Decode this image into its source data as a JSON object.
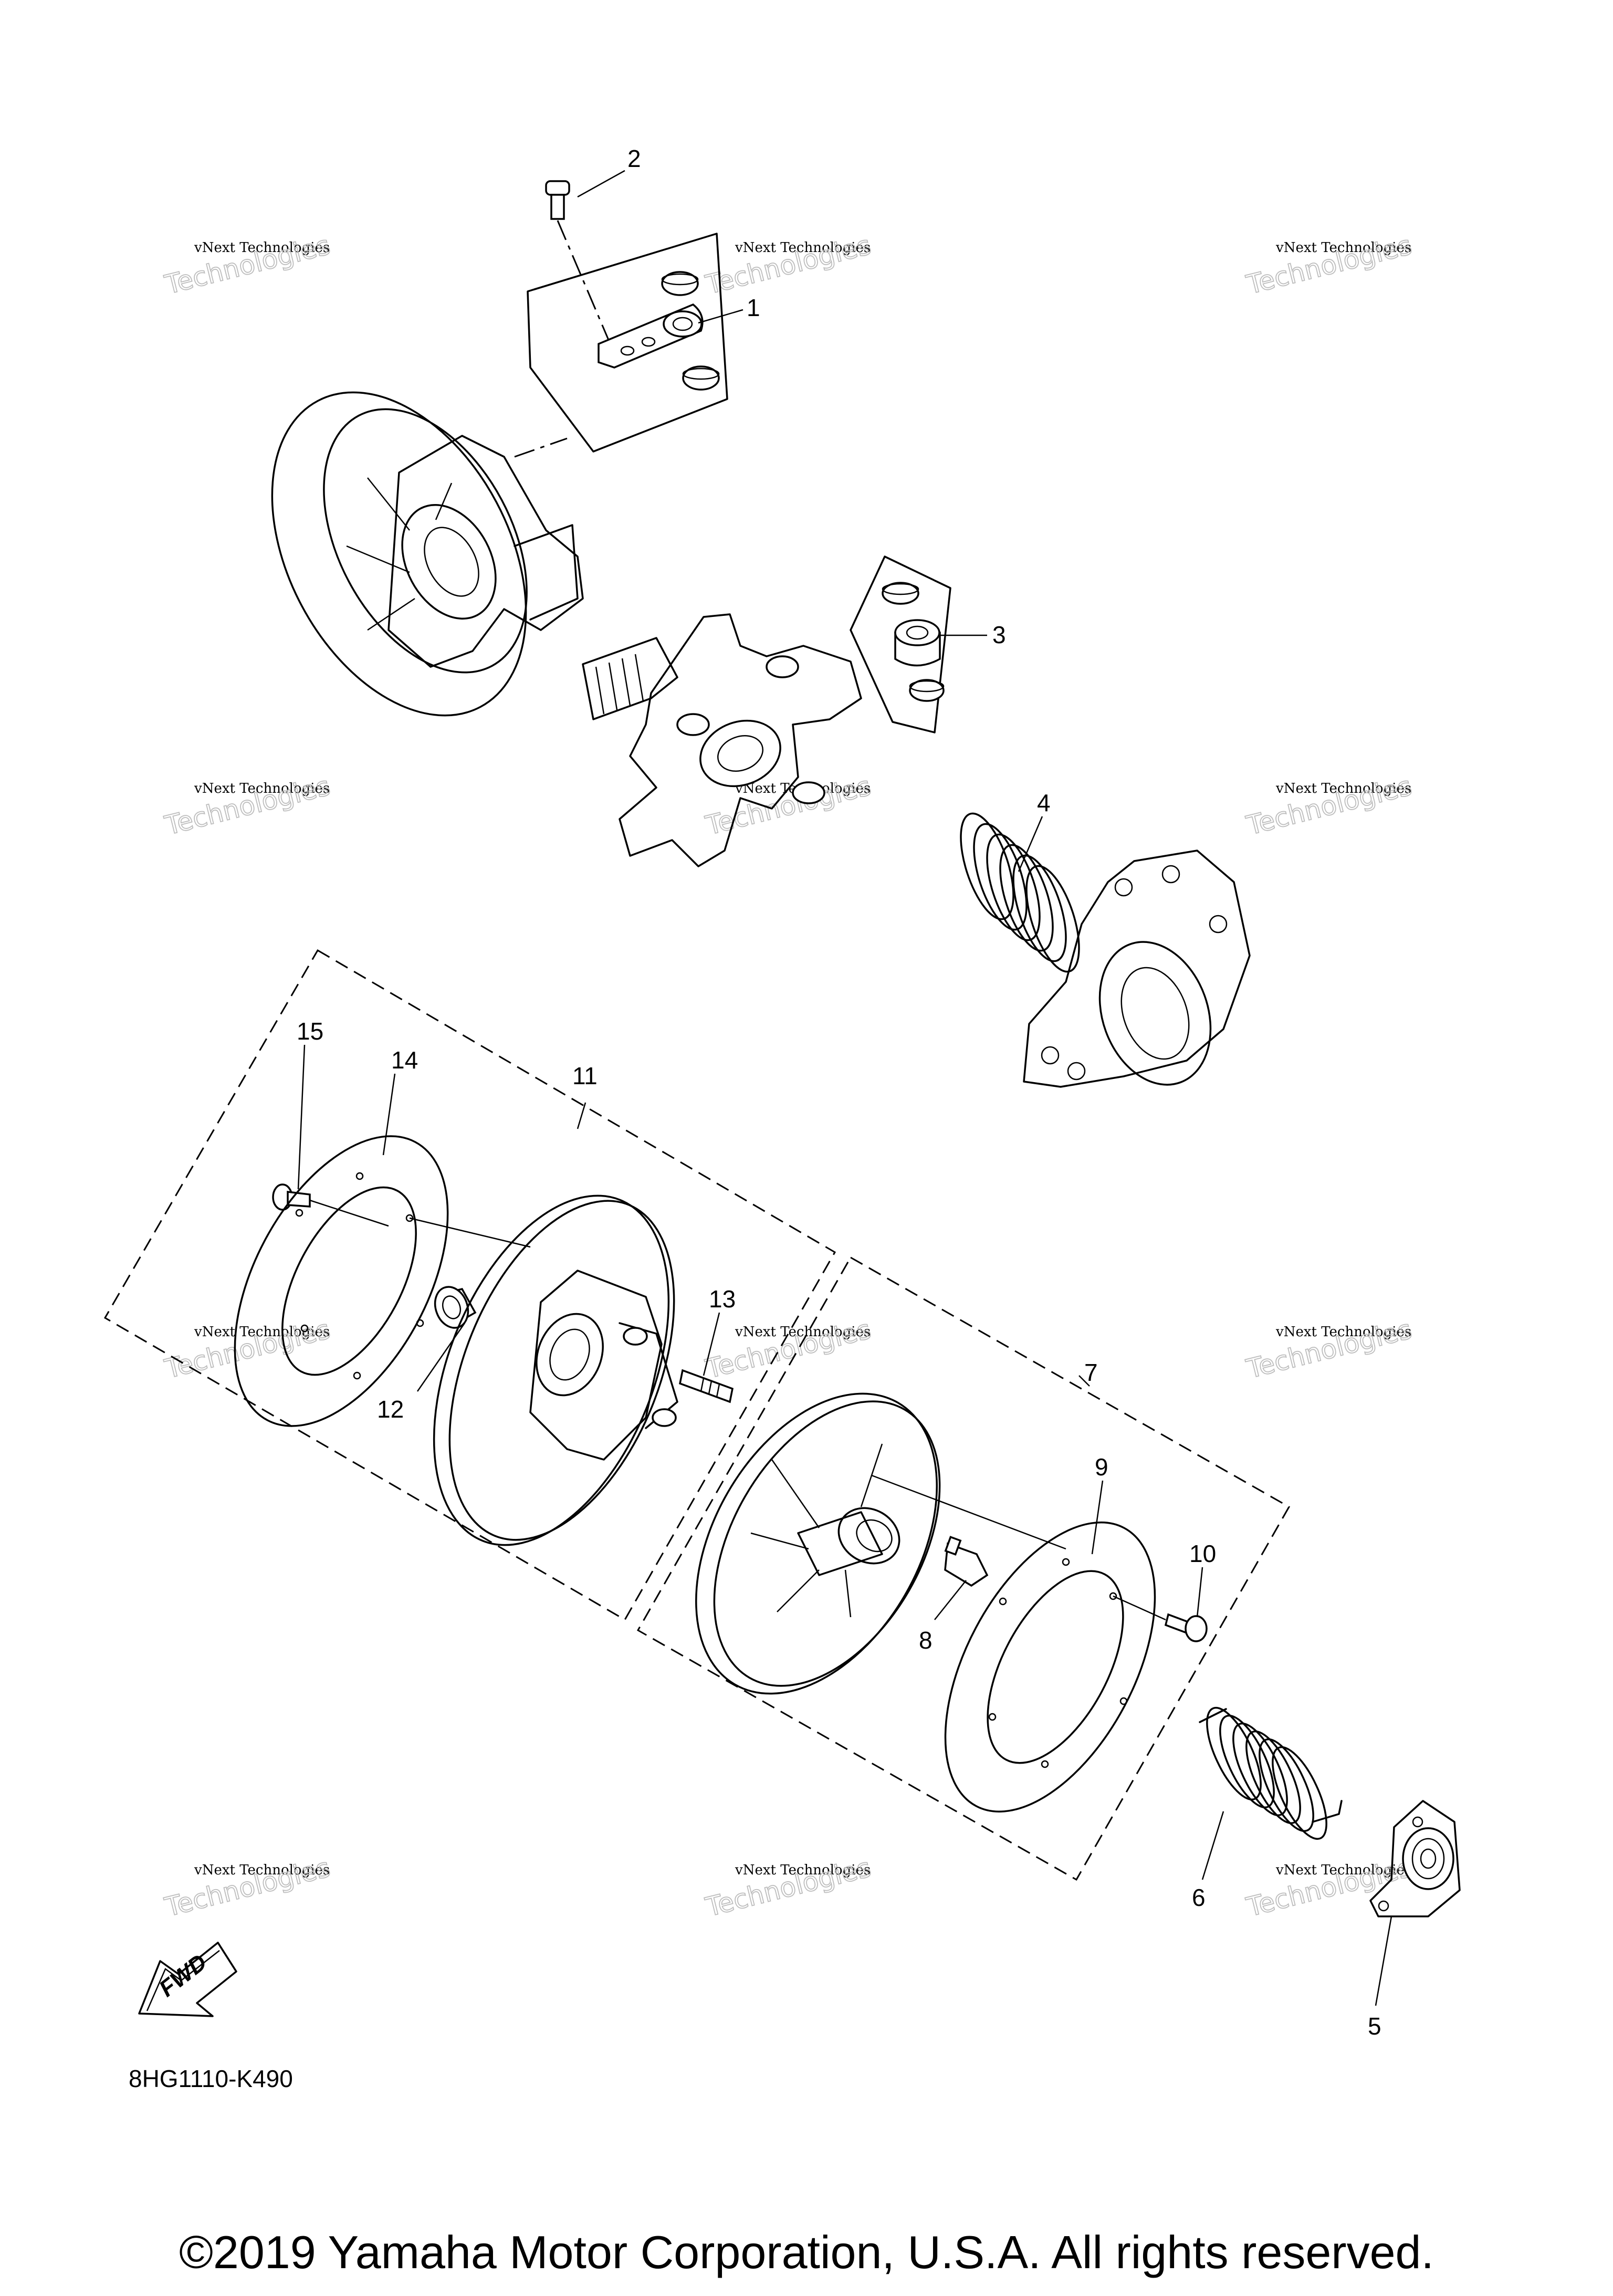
{
  "watermark": {
    "line1": "vNext Technologies",
    "line2": "Technologies"
  },
  "callouts": [
    "1",
    "2",
    "3",
    "4",
    "5",
    "6",
    "7",
    "8",
    "9",
    "10",
    "11",
    "12",
    "13",
    "14",
    "15"
  ],
  "fwd_label": "FWD",
  "diagram_code": "8HG1110-K490",
  "copyright": "©2019 Yamaha Motor Corporation, U.S.A. All rights reserved."
}
